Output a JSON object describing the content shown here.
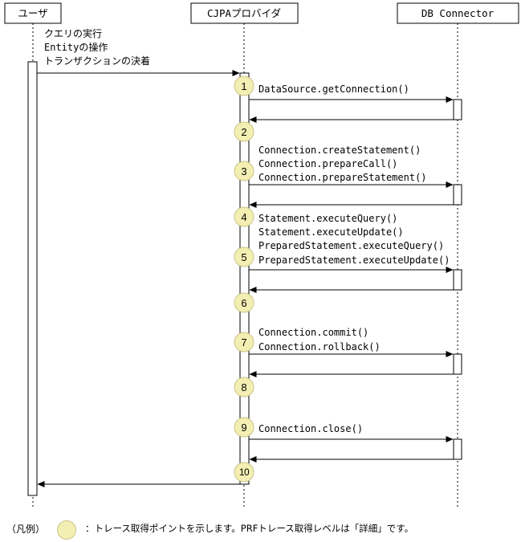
{
  "participants": {
    "user": "ユーザ",
    "provider": "CJPAプロバイダ",
    "db": "DB Connector"
  },
  "user_actions": [
    "クエリの実行",
    "Entityの操作",
    "トランザクションの決着"
  ],
  "points": [
    "1",
    "2",
    "3",
    "4",
    "5",
    "6",
    "7",
    "8",
    "9",
    "10"
  ],
  "calls": {
    "getConnection": [
      "DataSource.getConnection()"
    ],
    "statements": [
      "Connection.createStatement()",
      "Connection.prepareCall()",
      "Connection.prepareStatement()"
    ],
    "executes": [
      "Statement.executeQuery()",
      "Statement.executeUpdate()",
      "PreparedStatement.executeQuery()",
      "PreparedStatement.executeUpdate()"
    ],
    "commits": [
      "Connection.commit()",
      "Connection.rollback()"
    ],
    "close": [
      "Connection.close()"
    ]
  },
  "legend": {
    "prefix": "（凡例）",
    "text": "：トレース取得ポイントを示します。PRFトレース取得レベルは「詳細」です。"
  },
  "colors": {
    "point_fill": "#f3efb3",
    "point_stroke": "#c9c489",
    "line": "#000000"
  }
}
